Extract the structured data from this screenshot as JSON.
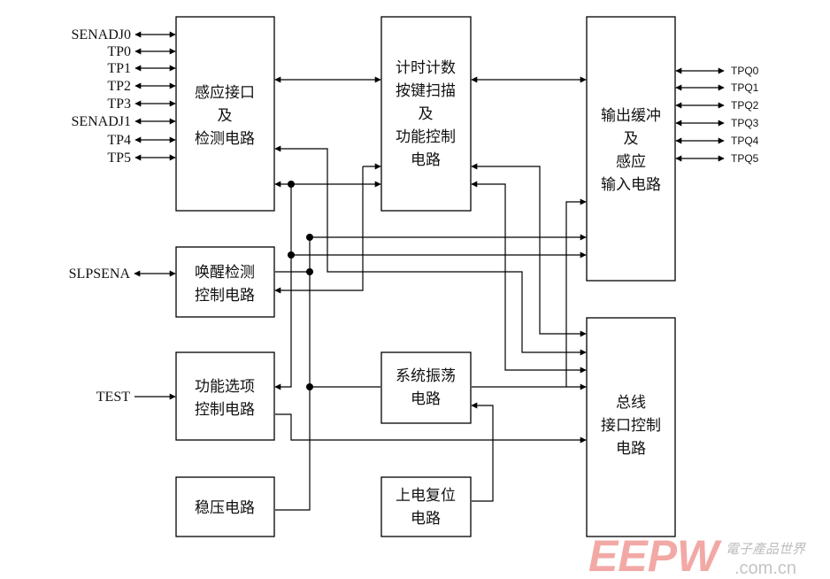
{
  "blocks": {
    "sense": [
      "感应接口",
      "及",
      "检测电路"
    ],
    "timer": [
      "计时计数",
      "按键扫描",
      "及",
      "功能控制",
      "电路"
    ],
    "output": [
      "输出缓冲",
      "及",
      "感应",
      "输入电路"
    ],
    "wake": [
      "唤醒检测",
      "控制电路"
    ],
    "func": [
      "功能选项",
      "控制电路"
    ],
    "osc": [
      "系统振荡",
      "电路"
    ],
    "bus": [
      "总线",
      "接口控制",
      "电路"
    ],
    "reg": [
      "稳压电路"
    ],
    "reset": [
      "上电复位",
      "电路"
    ]
  },
  "left_pins": [
    "SENADJ0",
    "TP0",
    "TP1",
    "TP2",
    "TP3",
    "SENADJ1",
    "TP4",
    "TP5"
  ],
  "right_pins": [
    "TPQ0",
    "TPQ1",
    "TPQ2",
    "TPQ3",
    "TPQ4",
    "TPQ5"
  ],
  "side_inputs": {
    "slpsena": "SLPSENA",
    "test": "TEST"
  },
  "watermark": {
    "brand": "EEPW",
    "tagline": "電子產品世界",
    "domain": ".com.cn"
  }
}
